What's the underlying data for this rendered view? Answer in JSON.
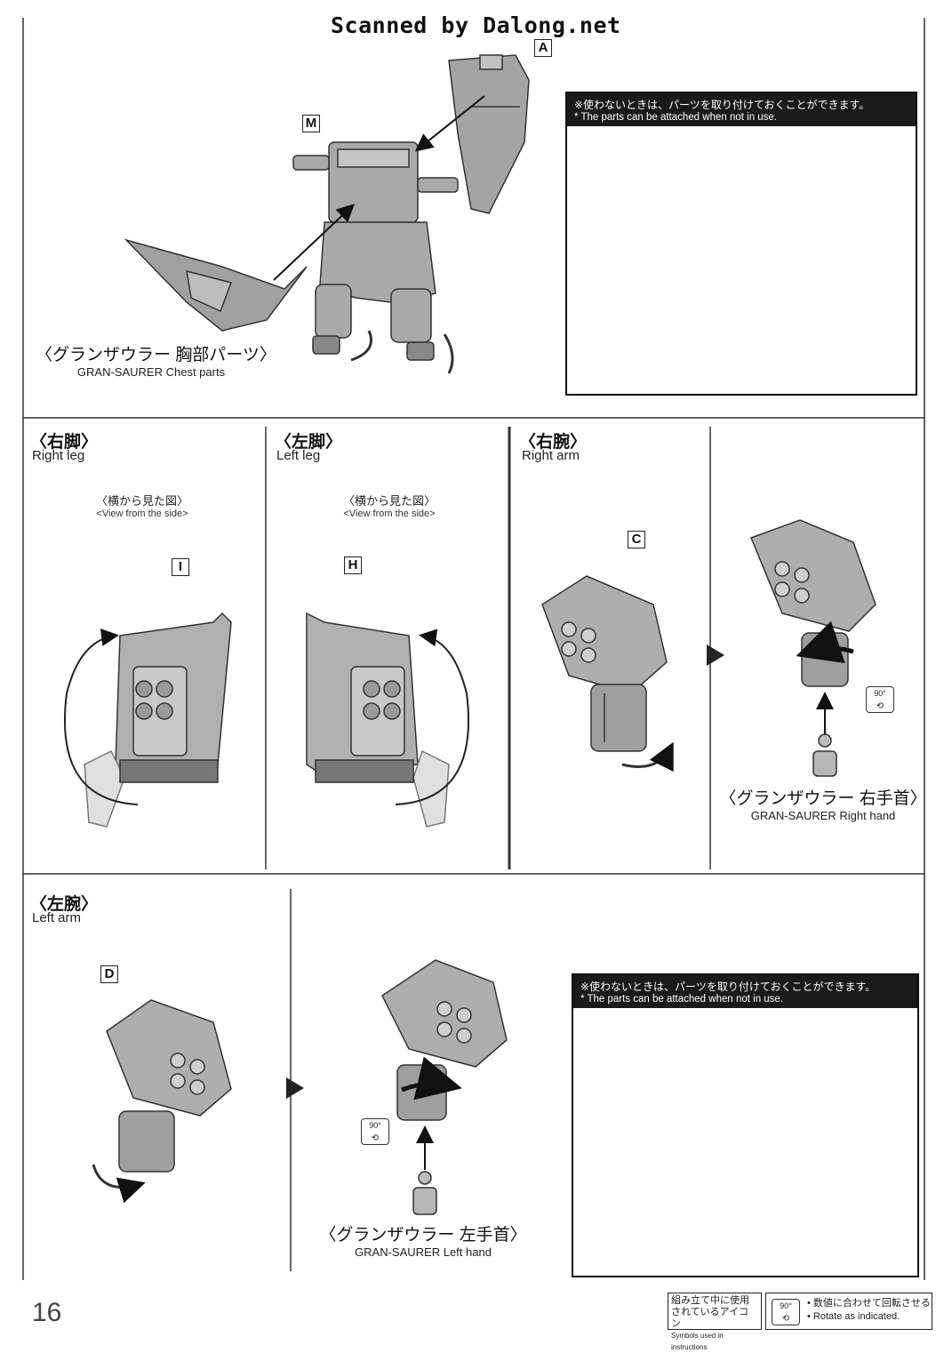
{
  "watermark": "Scanned by Dalong.net",
  "page_number": "16",
  "parts": {
    "a": "A",
    "m": "M",
    "i": "I",
    "h": "H",
    "c": "C",
    "d": "D"
  },
  "chest": {
    "jp": "〈グランザウラー 胸部パーツ〉",
    "en": "GRAN-SAURER Chest parts"
  },
  "note_top": {
    "jp": "※使わないときは、パーツを取り付けておくことができます。",
    "en": "* The parts can be attached when not in use."
  },
  "note_bottom": {
    "jp": "※使わないときは、パーツを取り付けておくことができます。",
    "en": "* The parts can be attached when not in use."
  },
  "right_leg": {
    "jp": "〈右脚〉",
    "en": "Right leg",
    "view_jp": "〈横から見た図〉",
    "view_en": "<View from the side>"
  },
  "left_leg": {
    "jp": "〈左脚〉",
    "en": "Left leg",
    "view_jp": "〈横から見た図〉",
    "view_en": "<View from the side>"
  },
  "right_arm": {
    "jp": "〈右腕〉",
    "en": "Right arm",
    "hand_jp": "〈グランザウラー 右手首〉",
    "hand_en": "GRAN-SAURER Right hand"
  },
  "left_arm": {
    "jp": "〈左腕〉",
    "en": "Left arm",
    "hand_jp": "〈グランザウラー 左手首〉",
    "hand_en": "GRAN-SAURER Left hand"
  },
  "rotate_badge": "90°",
  "legend": {
    "title_jp_1": "組み立て中に使用",
    "title_jp_2": "されているアイコン",
    "title_en": "Symbols used in instructions",
    "icon": "90°",
    "desc_jp": "• 数値に合わせて回転させる",
    "desc_en": "• Rotate as indicated."
  }
}
